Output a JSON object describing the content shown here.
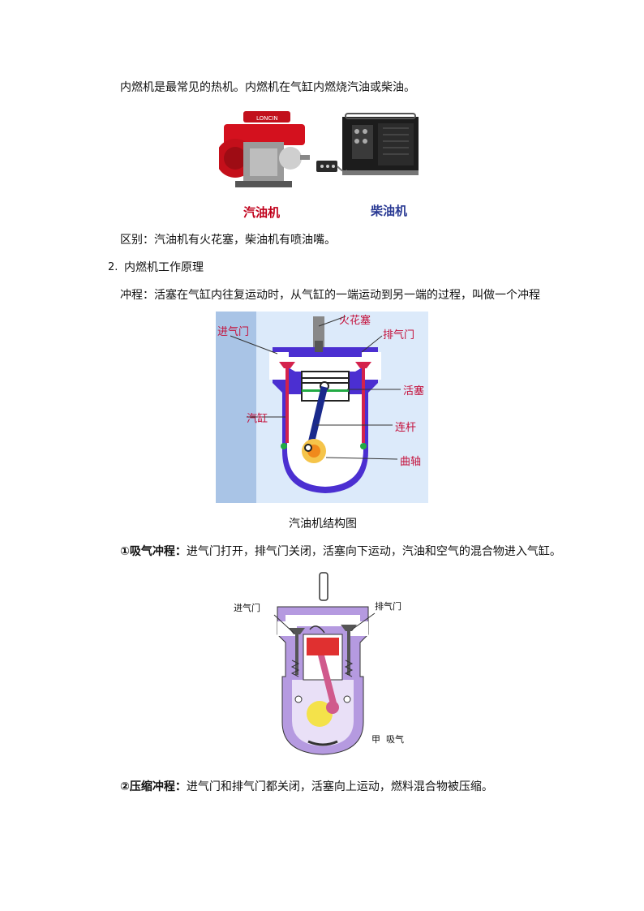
{
  "intro": "内燃机是最常见的热机。内燃机在气缸内燃烧汽油或柴油。",
  "engines": {
    "gasoline_caption": "汽油机",
    "diesel_caption": "柴油机",
    "brand_text": "LONCIN"
  },
  "difference": "区别：汽油机有火花塞，柴油机有喷油嘴。",
  "section": {
    "number": "2.",
    "title": "内燃机工作原理"
  },
  "stroke_def": "冲程：活塞在气缸内往复运动时，从气缸的一端运动到另一端的过程，叫做一个冲程",
  "structure": {
    "labels": {
      "spark_plug": "火花塞",
      "intake_valve": "进气门",
      "exhaust_valve": "排气门",
      "piston": "活塞",
      "cylinder": "汽缸",
      "rod": "连杆",
      "crank": "曲轴"
    },
    "caption": "汽油机结构图"
  },
  "intake": {
    "label": "①吸气冲程：",
    "text": "进气门打开，排气门关闭，活塞向下运动，汽油和空气的混合物进入气缸。"
  },
  "intake_diagram": {
    "intake_valve": "进气门",
    "exhaust_valve": "排气门",
    "caption": "甲  吸气"
  },
  "compress": {
    "label": "②压缩冲程：",
    "text": "进气门和排气门都关闭，活塞向上运动，燃料混合物被压缩。"
  }
}
